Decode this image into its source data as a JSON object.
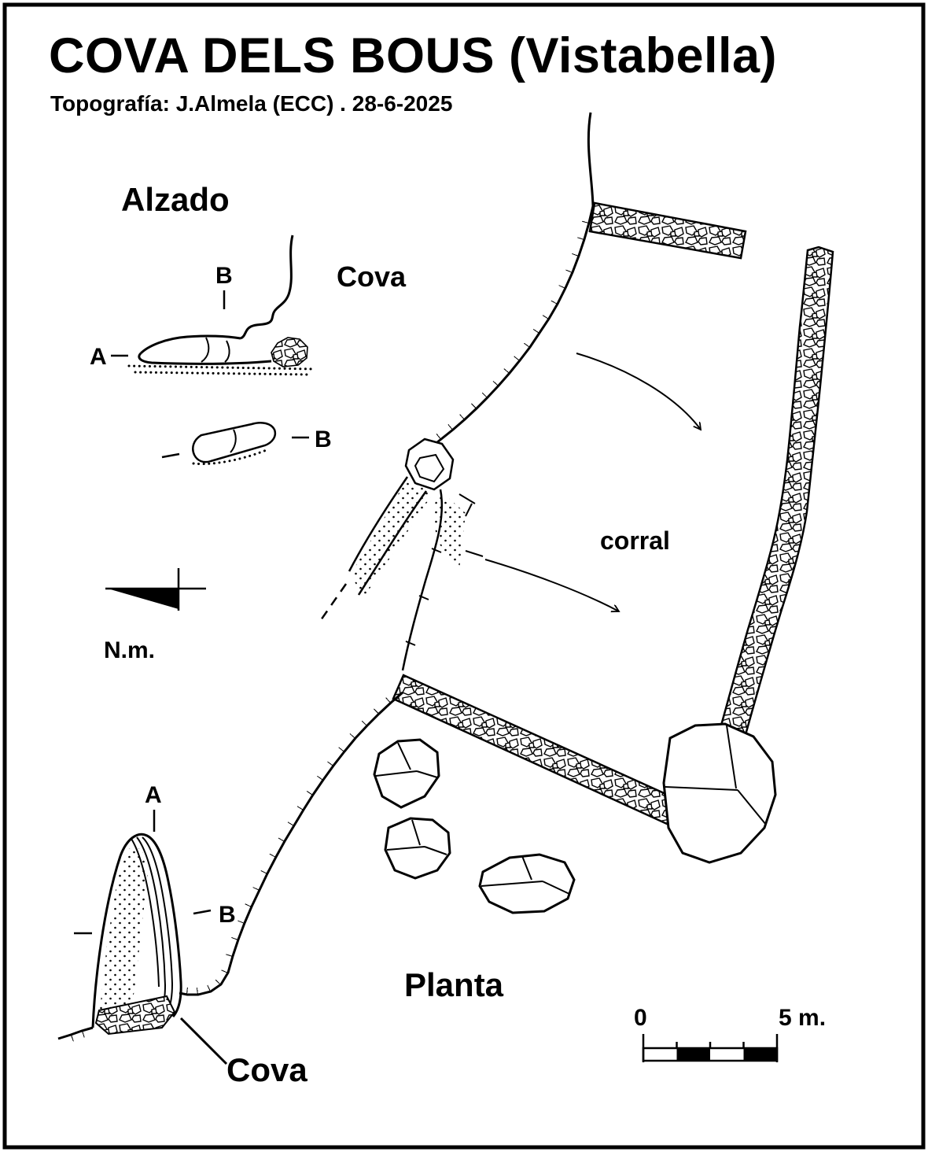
{
  "title": "COVA DELS BOUS  (Vistabella)",
  "subtitle": "Topografía: J.Almela (ECC) .  28-6-2025",
  "elevation": {
    "heading": "Alzado",
    "cova": "Cova",
    "b_label": "B",
    "a_label": "A",
    "section_b": "B"
  },
  "north": {
    "label": "N.m."
  },
  "plan": {
    "heading": "Planta",
    "corral": "corral",
    "a_label": "A",
    "b_label": "B",
    "cova": "Cova"
  },
  "scale": {
    "zero": "0",
    "five_m": "5 m."
  },
  "colors": {
    "ink": "#000000",
    "paper": "#ffffff"
  }
}
